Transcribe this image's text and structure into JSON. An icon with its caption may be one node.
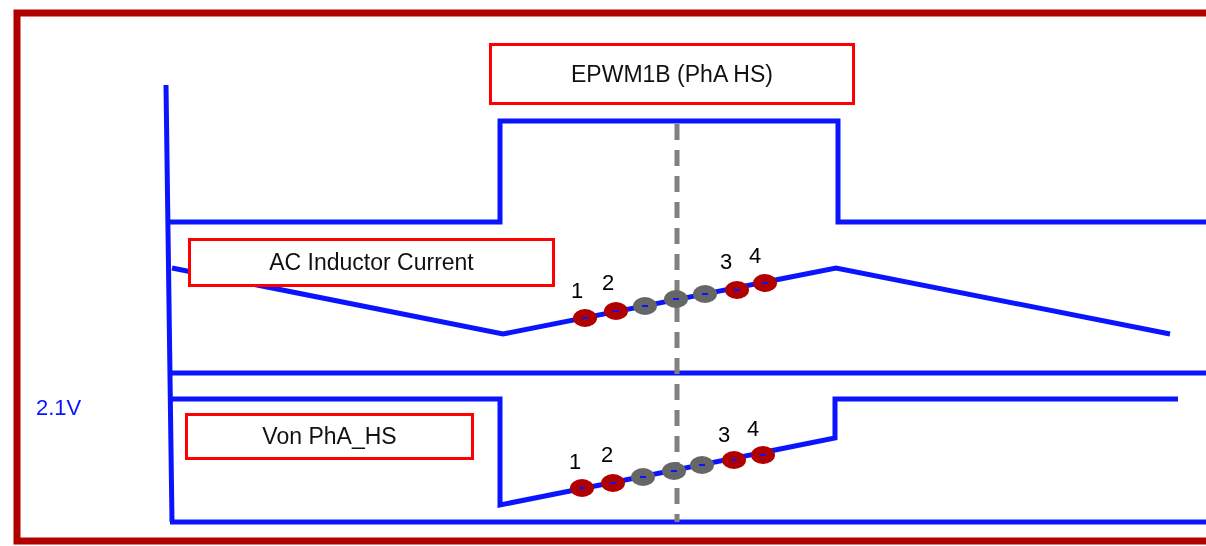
{
  "diagram": {
    "nodes": [
      {
        "text": [
          "EPWM1B (PhA HS)"
        ]
      },
      {
        "text": [
          "AC Inductor Current"
        ]
      },
      {
        "text": [
          "Von PhA_HS"
        ]
      }
    ],
    "labels": [
      "1",
      "2",
      "3",
      "4",
      "2.1V",
      "1",
      "2",
      "3",
      "4"
    ]
  }
}
